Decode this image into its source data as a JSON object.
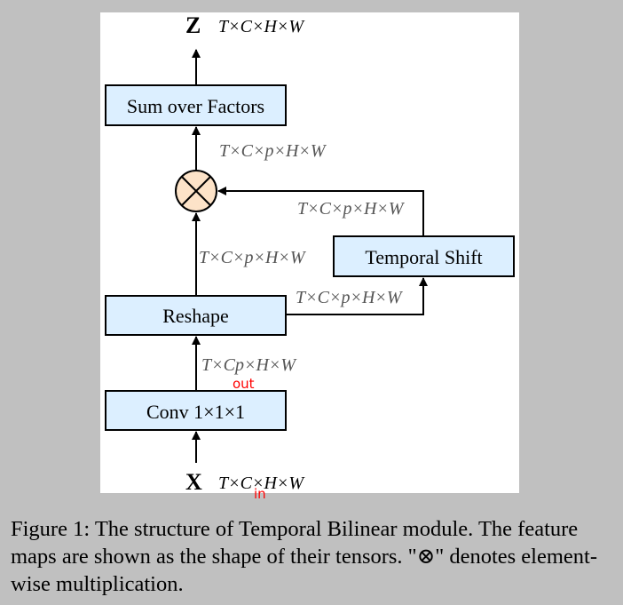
{
  "diagram": {
    "output_var": "Z",
    "output_shape": "T×C×H×W",
    "input_var": "X",
    "input_shape": "T×C×H×W",
    "boxes": {
      "sum": "Sum over Factors",
      "shift": "Temporal Shift",
      "reshape": "Reshape",
      "conv": "Conv 1×1×1"
    },
    "edges": {
      "product_to_sum": "T×C×p×H×W",
      "shift_to_product": "T×C×p×H×W",
      "reshape_to_product": "T×C×p×H×W",
      "reshape_to_shift": "T×C×p×H×W",
      "conv_to_reshape": "T×Cp×H×W"
    },
    "annotations": {
      "out": "out",
      "in": "in"
    },
    "colors": {
      "box_fill": "#dcefff",
      "node_fill": "#fde3c8"
    },
    "multiply_icon": "circled-times-icon"
  },
  "caption": "Figure 1: The structure of Temporal Bilinear module. The feature maps are shown as the shape of their tensors. \"⊗\" denotes element-wise multiplication."
}
